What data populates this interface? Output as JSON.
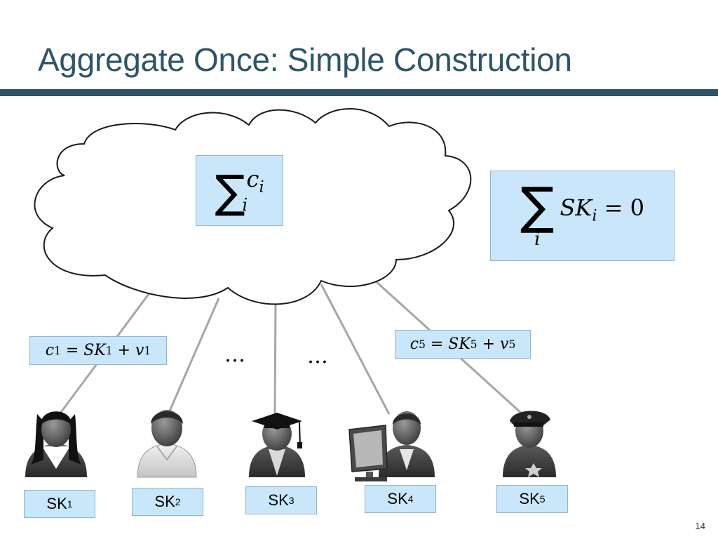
{
  "slide": {
    "title": "Aggregate Once: Simple Construction",
    "page_number": "14"
  },
  "equations": {
    "cloud_sum": {
      "sum": "∑",
      "index": "i",
      "var": "c",
      "sub": "i"
    },
    "secret_sum": {
      "sum": "∑",
      "index": "i",
      "var": "SK",
      "sub": "i",
      "rhs": "= 0"
    },
    "c1": {
      "lhs": "c",
      "lhs_sub": "1",
      "eq": " = ",
      "sk": "SK",
      "sk_sub": "1",
      "plus": " + ",
      "v": "v",
      "v_sub": "1"
    },
    "c5": {
      "lhs": "c",
      "lhs_sub": "5",
      "eq": " = ",
      "sk": "SK",
      "sk_sub": "5",
      "plus": " + ",
      "v": "v",
      "v_sub": "5"
    }
  },
  "ellipses": [
    "…",
    "…"
  ],
  "users": [
    {
      "label": "SK",
      "sub": "1",
      "icon": "woman-user-icon"
    },
    {
      "label": "SK",
      "sub": "2",
      "icon": "user-icon"
    },
    {
      "label": "SK",
      "sub": "3",
      "icon": "graduate-user-icon"
    },
    {
      "label": "SK",
      "sub": "4",
      "icon": "computer-user-icon"
    },
    {
      "label": "SK",
      "sub": "5",
      "icon": "police-officer-icon"
    }
  ],
  "colors": {
    "title": "#2d5468",
    "box_fill": "#c9e6fb",
    "link_line": "#a6a6a6"
  }
}
